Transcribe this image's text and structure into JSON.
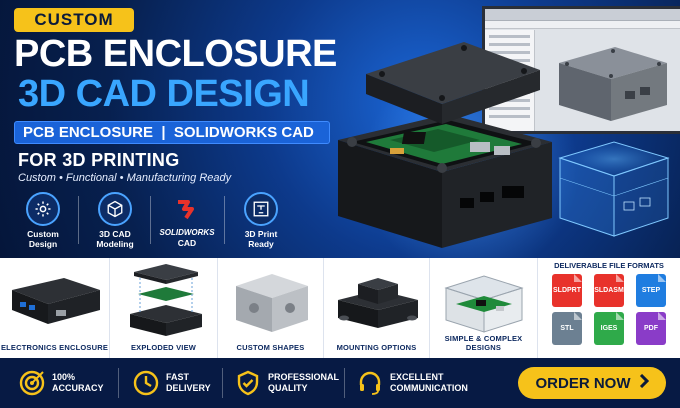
{
  "hero": {
    "badge": "CUSTOM",
    "title_line1": "PCB ENCLOSURE",
    "title_line2": "3D CAD DESIGN",
    "subtitle": "PCB ENCLOSURE  |  SOLIDWORKS CAD",
    "for_text": "FOR 3D PRINTING",
    "tagline": "Custom • Functional • Manufacturing Ready",
    "features": [
      {
        "icon": "gear-icon",
        "label": "Custom\nDesign"
      },
      {
        "icon": "cube-icon",
        "label": "3D CAD\nModeling"
      },
      {
        "icon": "solidworks-logo",
        "brand": "SOLIDWORKS",
        "label": "CAD"
      },
      {
        "icon": "3d-printer-icon",
        "label": "3D Print\nReady"
      }
    ]
  },
  "products": [
    {
      "label": "ELECTRONICS ENCLOSURE"
    },
    {
      "label": "EXPLODED VIEW"
    },
    {
      "label": "CUSTOM SHAPES"
    },
    {
      "label": "MOUNTING OPTIONS"
    },
    {
      "label": "SIMPLE & COMPLEX DESIGNS"
    }
  ],
  "formats": {
    "title": "DELIVERABLE FILE FORMATS",
    "files": [
      {
        "ext": "SLDPRT",
        "color": "#e8322b"
      },
      {
        "ext": "SLDASM",
        "color": "#e8322b"
      },
      {
        "ext": "STEP",
        "color": "#1f7de0"
      },
      {
        "ext": "STL",
        "color": "#6c8092"
      },
      {
        "ext": "IGES",
        "color": "#2faa4a"
      },
      {
        "ext": "PDF",
        "color": "#8a3cc8"
      }
    ]
  },
  "footer": {
    "items": [
      {
        "icon": "target-icon",
        "label": "100%\nACCURACY"
      },
      {
        "icon": "clock-icon",
        "label": "FAST\nDELIVERY"
      },
      {
        "icon": "shield-check-icon",
        "label": "PROFESSIONAL\nQUALITY"
      },
      {
        "icon": "headset-icon",
        "label": "EXCELLENT\nCOMMUNICATION"
      }
    ],
    "cta": "ORDER NOW",
    "cta_icon": "chevron-right-icon"
  },
  "colors": {
    "accent_yellow": "#f6c21a",
    "accent_blue": "#39a6ff",
    "navy": "#071a44"
  }
}
